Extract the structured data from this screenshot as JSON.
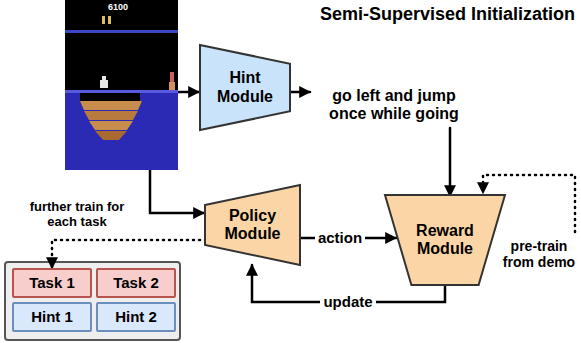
{
  "diagram": {
    "title": "Semi-Supervised Initialization",
    "nodes": [
      {
        "text": [
          "Hint Module"
        ]
      },
      {
        "text": [
          "go left and jump once while going"
        ]
      },
      {
        "text": [
          "Policy Module"
        ]
      },
      {
        "text": [
          "Reward Module"
        ]
      },
      {
        "text": [
          "Task 1"
        ]
      },
      {
        "text": [
          "Task 2"
        ]
      },
      {
        "text": [
          "Hint 1"
        ]
      },
      {
        "text": [
          "Hint 2"
        ]
      }
    ],
    "edges": [
      {
        "from": 0,
        "to": 1,
        "arrow": "to"
      },
      {
        "from": 1,
        "to": 3,
        "arrow": "to"
      },
      {
        "from": 2,
        "to": 3,
        "label": "action",
        "arrow": "to"
      },
      {
        "from": 3,
        "to": 2,
        "label": "update",
        "arrow": "to"
      },
      {
        "from": 2,
        "to": 4,
        "label": "further train for each task",
        "arrow": "to"
      }
    ],
    "labels": [
      "pre-train from demo",
      "6100"
    ]
  }
}
